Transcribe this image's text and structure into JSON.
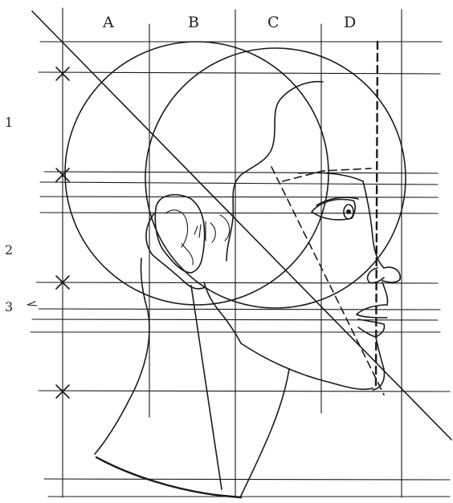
{
  "columns": [
    {
      "key": "a",
      "label": "A"
    },
    {
      "key": "b",
      "label": "B"
    },
    {
      "key": "c",
      "label": "C"
    },
    {
      "key": "d",
      "label": "D"
    }
  ],
  "rows": [
    {
      "key": "1",
      "label": "1"
    },
    {
      "key": "2",
      "label": "2"
    },
    {
      "key": "3",
      "label": "3"
    }
  ],
  "colors": {
    "ink": "#1a1a1a",
    "paper": "#ffffff"
  }
}
